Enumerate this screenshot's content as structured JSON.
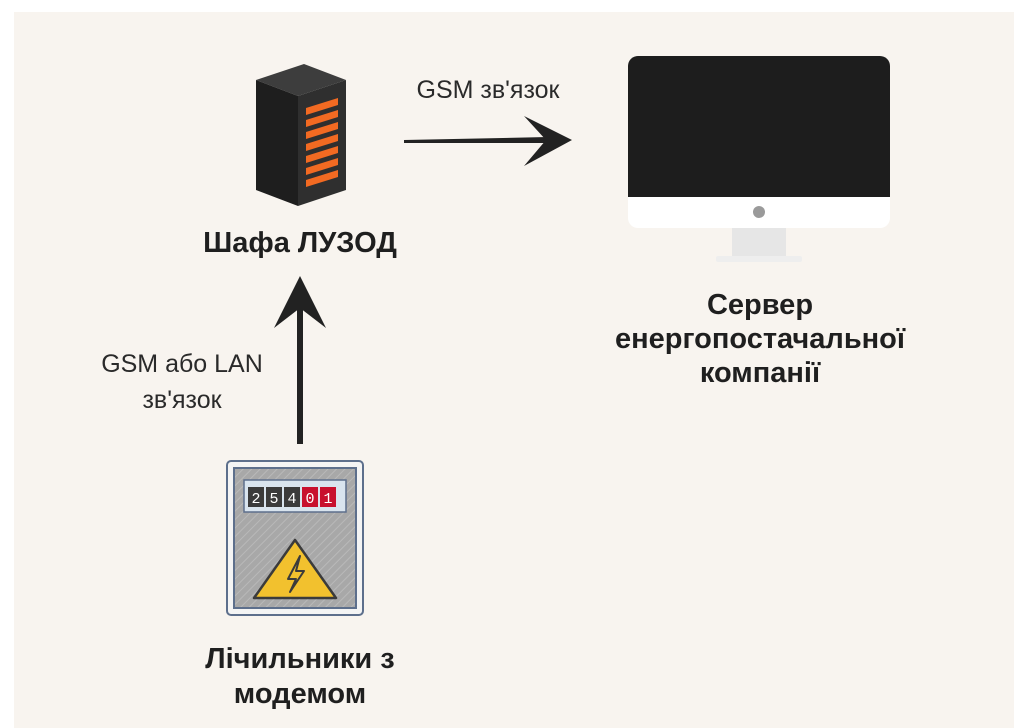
{
  "colors": {
    "background": "#f8f4ef",
    "server_body": "#2b2b2b",
    "server_accent": "#f26a22",
    "monitor_screen": "#1d1d1d",
    "monitor_frame": "#ffffff",
    "meter_body": "#a9a9a9",
    "meter_frame": "#5d6f8c",
    "warning_yellow": "#f2c12e",
    "arrow": "#222222"
  },
  "nodes": {
    "cabinet": {
      "label": "Шафа ЛУЗОД",
      "icon": "server-rack-icon"
    },
    "utility_server": {
      "label_lines": [
        "Сервер",
        "енергопостачальної",
        "компанії"
      ],
      "icon": "monitor-icon"
    },
    "meters": {
      "label_lines": [
        "Лічильники з",
        "модемом"
      ],
      "icon": "electric-meter-icon",
      "counter_digits": [
        "2",
        "5",
        "4",
        "0",
        "1"
      ]
    }
  },
  "edges": {
    "gsm": {
      "label": "GSM зв'язок"
    },
    "gsm_or_lan": {
      "label_lines": [
        "GSM або LAN",
        "зв'язок"
      ]
    }
  }
}
